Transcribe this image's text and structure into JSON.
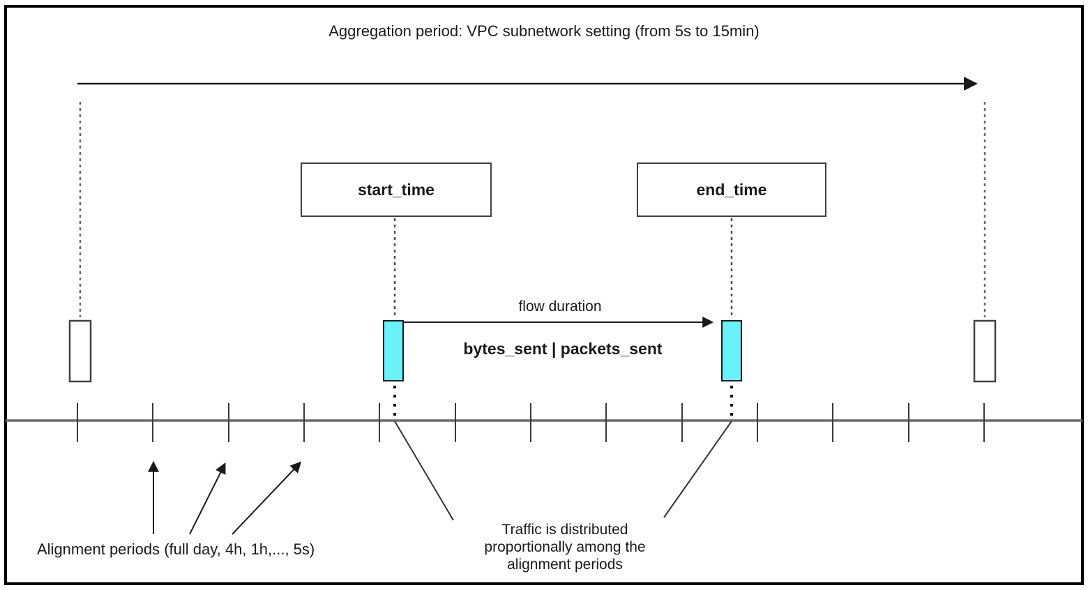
{
  "diagram": {
    "title": "Aggregation period: VPC subnetwork setting (from 5s to 15min)",
    "start_box_label": "start_time",
    "end_box_label": "end_time",
    "flow_duration_label": "flow duration",
    "metrics_label": "bytes_sent | packets_sent",
    "alignment_periods_label": "Alignment periods (full day, 4h, 1h,..., 5s)",
    "traffic_note": "Traffic is distributed\nproportionally among the\nalignment periods"
  },
  "colors": {
    "background": "#ffffff",
    "border": "#000000",
    "text": "#1a1a1a",
    "bar_fill": "#69f2f7",
    "bar_border": "#1a1a1a",
    "open_bar_border": "#404040",
    "timeline": "#6b6b6b",
    "tick": "#3a3a3a",
    "dashed_line": "#666666"
  }
}
